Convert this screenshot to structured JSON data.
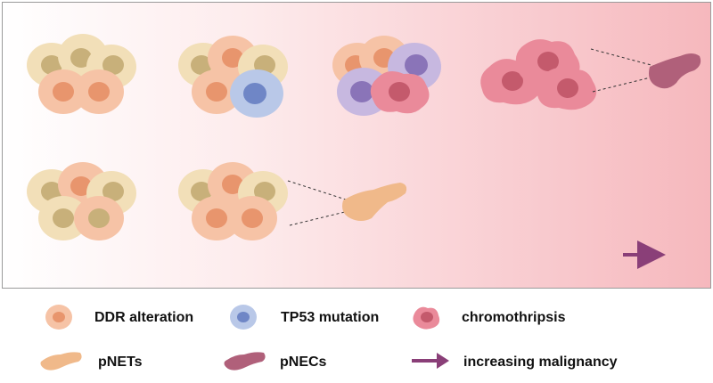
{
  "legend": {
    "ddr_alteration": "DDR alteration",
    "tp53_mutation": "TP53 mutation",
    "chromothripsis": "chromothripsis",
    "pnets": "pNETs",
    "pnecs": "pNECs",
    "increasing_malignancy": "increasing malignancy"
  },
  "colors": {
    "normal_cell": "#f2dfb8",
    "normal_nucleus": "#c8b07a",
    "ddr_cell": "#f6c3a6",
    "ddr_nucleus": "#e8956d",
    "tp53_cell": "#b9c8e8",
    "tp53_nucleus": "#6f86c6",
    "chromothripsis_cell": "#ea8a9a",
    "chromothripsis_nucleus": "#c45a6c",
    "pnets_organ": "#f0b98a",
    "pnecs_organ": "#b0607a",
    "arrow": "#8a3f78"
  }
}
